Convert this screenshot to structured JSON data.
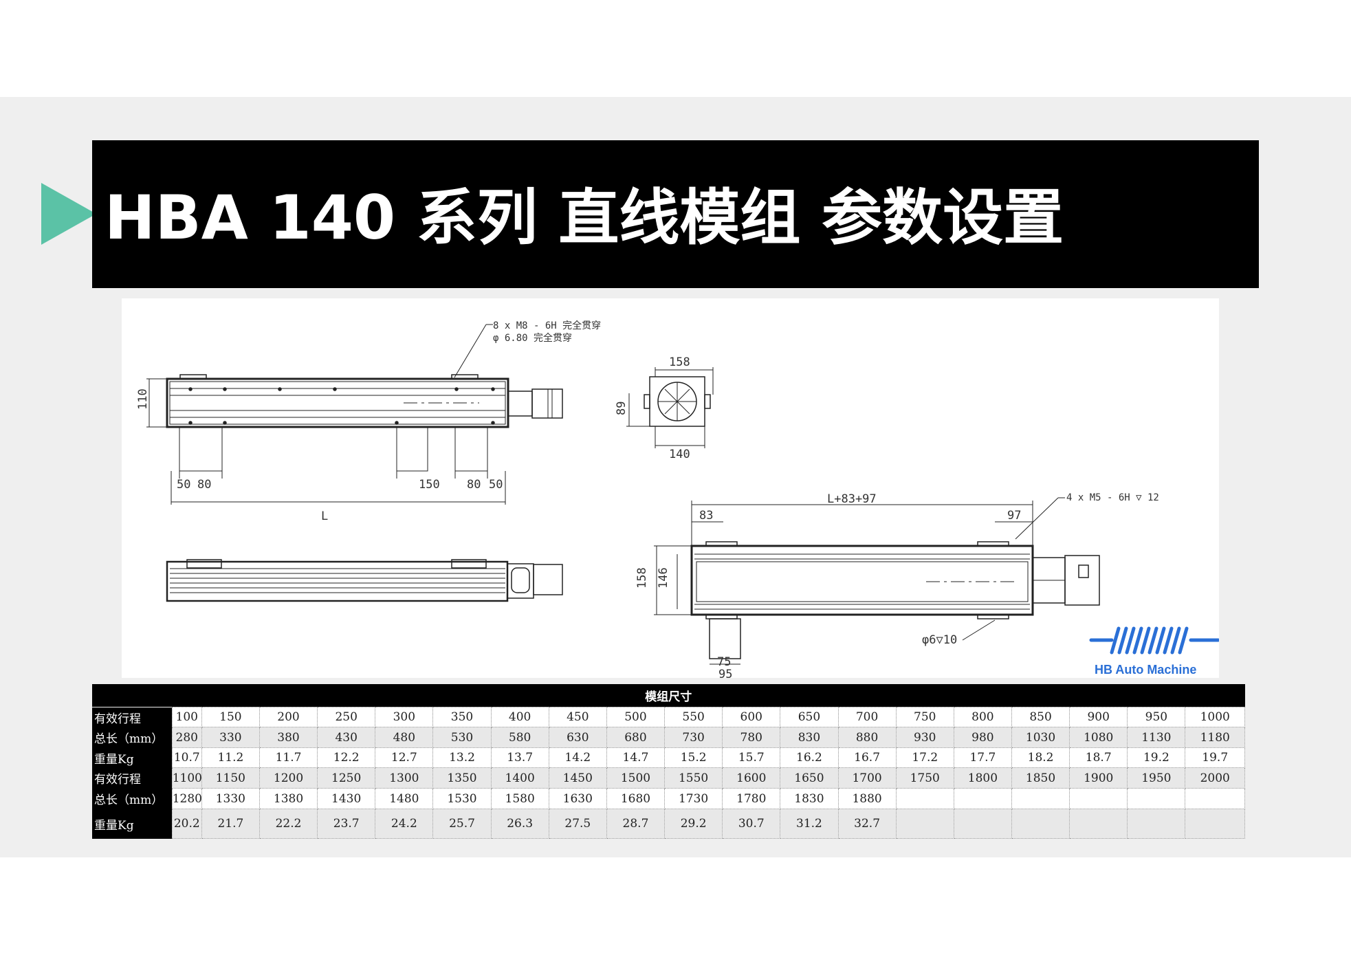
{
  "title": "HBA 140 系列 直线模组 参数设置",
  "colors": {
    "accent": "#5bc2a6",
    "title_bg": "#000000",
    "logo": "#2a6fd6"
  },
  "drawing": {
    "callouts": {
      "top_holes_line1": "8 x  M8 - 6H 完全贯穿",
      "top_holes_line2": "φ 6.80 完全贯穿",
      "end_holes": "4 x  M5 - 6H ▽ 12",
      "pin_hole": "φ6▽10"
    },
    "dims": {
      "d110": "110",
      "d50a": "50",
      "d80a": "80",
      "d150": "150",
      "d80b": "80",
      "d50b": "50",
      "L": "L",
      "d158": "158",
      "d89": "89",
      "d140": "140",
      "total": "L+83+97",
      "d83": "83",
      "d97": "97",
      "d158b": "158",
      "d146": "146",
      "d75": "75",
      "d95": "95"
    }
  },
  "logo": {
    "text": "HB Auto Machine",
    "icon": "hb-stripes-logo"
  },
  "table": {
    "header": "模组尺寸",
    "rows": [
      {
        "label": "有效行程",
        "values": [
          "100",
          "150",
          "200",
          "250",
          "300",
          "350",
          "400",
          "450",
          "500",
          "550",
          "600",
          "650",
          "700",
          "750",
          "800",
          "850",
          "900",
          "950",
          "1000"
        ]
      },
      {
        "label": "总长（mm）",
        "values": [
          "280",
          "330",
          "380",
          "430",
          "480",
          "530",
          "580",
          "630",
          "680",
          "730",
          "780",
          "830",
          "880",
          "930",
          "980",
          "1030",
          "1080",
          "1130",
          "1180"
        ]
      },
      {
        "label": "重量Kg",
        "values": [
          "10.7",
          "11.2",
          "11.7",
          "12.2",
          "12.7",
          "13.2",
          "13.7",
          "14.2",
          "14.7",
          "15.2",
          "15.7",
          "16.2",
          "16.7",
          "17.2",
          "17.7",
          "18.2",
          "18.7",
          "19.2",
          "19.7"
        ]
      },
      {
        "label": "有效行程",
        "values": [
          "1100",
          "1150",
          "1200",
          "1250",
          "1300",
          "1350",
          "1400",
          "1450",
          "1500",
          "1550",
          "1600",
          "1650",
          "1700",
          "1750",
          "1800",
          "1850",
          "1900",
          "1950",
          "2000"
        ]
      },
      {
        "label": "总长（mm）",
        "values": [
          "1280",
          "1330",
          "1380",
          "1430",
          "1480",
          "1530",
          "1580",
          "1630",
          "1680",
          "1730",
          "1780",
          "1830",
          "1880",
          "",
          "",
          "",
          "",
          "",
          ""
        ]
      },
      {
        "label": "重量Kg",
        "values": [
          "20.2",
          "21.7",
          "22.2",
          "23.7",
          "24.2",
          "25.7",
          "26.3",
          "27.5",
          "28.7",
          "29.2",
          "30.7",
          "31.2",
          "32.7",
          "",
          "",
          "",
          "",
          "",
          ""
        ]
      }
    ]
  }
}
